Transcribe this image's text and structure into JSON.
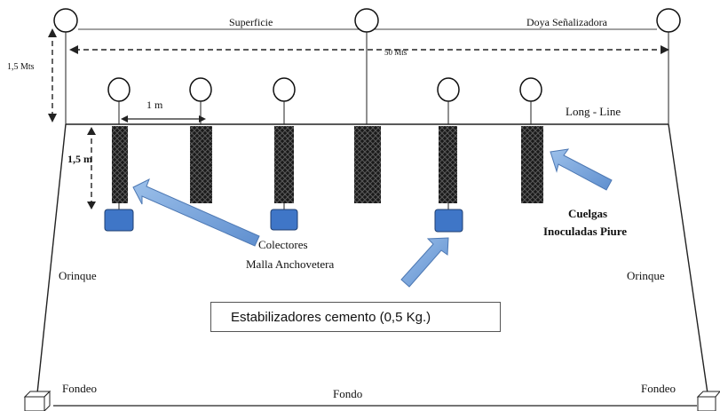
{
  "labels": {
    "surface": "Superficie",
    "marker_buoy": "Doya Señalizadora",
    "depth_top": "1,5 Mts",
    "length": "50 Mts",
    "spacing": "1 m",
    "long_line": "Long - Line",
    "hang_depth": "1,5 m",
    "collectors_1": "Colectores",
    "collectors_2": "Malla Anchovetera",
    "inoculated_1": "Cuelgas",
    "inoculated_2": "Inoculadas Piure",
    "orinque_left": "Orinque",
    "orinque_right": "Orinque",
    "stabilizers": "Estabilizadores cemento  (0,5 Kg.)",
    "anchor_left": "Fondeo",
    "anchor_right": "Fondeo",
    "bottom": "Fondo"
  },
  "colors": {
    "weight_blue": "#3f76c7",
    "arrow_blue": "#7fa8dc",
    "line": "#222222"
  }
}
